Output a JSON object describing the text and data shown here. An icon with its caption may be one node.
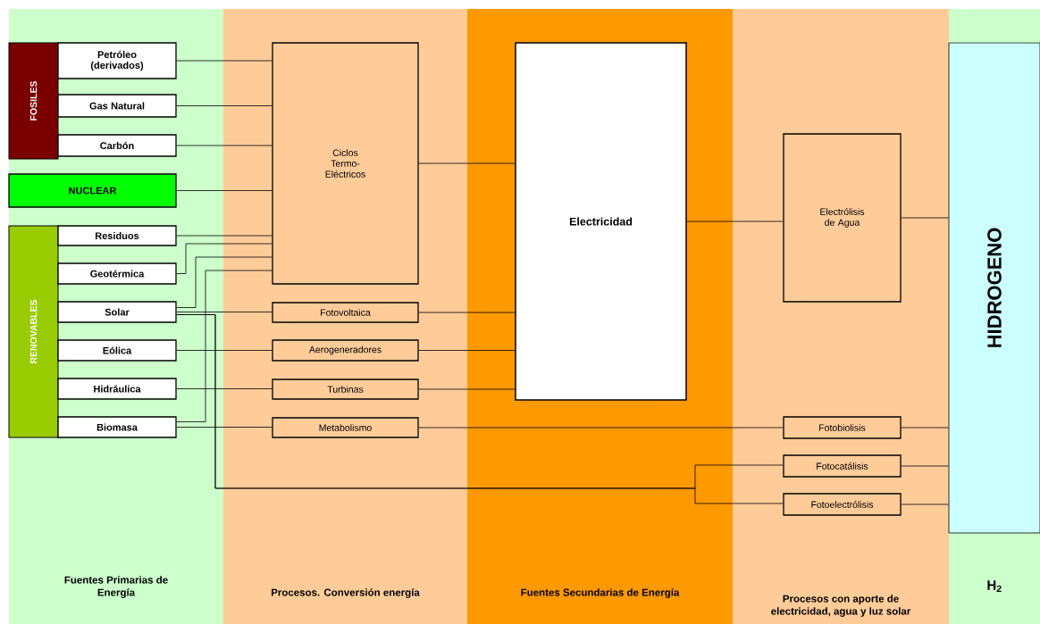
{
  "diagram": {
    "nodes": [
      {
        "text": [
          "Fuentes Primarias de Energía"
        ]
      },
      {
        "text": [
          "FOSILES"
        ],
        "in": 0
      },
      {
        "text": [
          "Petróleo (derivados)"
        ],
        "in": 0
      },
      {
        "text": [
          "Gas Natural"
        ],
        "in": 0
      },
      {
        "text": [
          "Carbón"
        ],
        "in": 0
      },
      {
        "text": [
          "NUCLEAR"
        ],
        "in": 0
      },
      {
        "text": [
          "RENOVABLES"
        ],
        "in": 0
      },
      {
        "text": [
          "Residuos"
        ],
        "in": 0
      },
      {
        "text": [
          "Geotérmica"
        ],
        "in": 0
      },
      {
        "text": [
          "Solar"
        ],
        "in": 0
      },
      {
        "text": [
          "Eólica"
        ],
        "in": 0
      },
      {
        "text": [
          "Hidráulica"
        ],
        "in": 0
      },
      {
        "text": [
          "Biomasa"
        ],
        "in": 0
      },
      {
        "text": [
          "Procesos. Conversión energía"
        ]
      },
      {
        "text": [
          "Ciclos Termo-Eléctricos"
        ],
        "in": 13
      },
      {
        "text": [
          "Fotovoltaica"
        ],
        "in": 13
      },
      {
        "text": [
          "Aerogeneradores"
        ],
        "in": 13
      },
      {
        "text": [
          "Turbinas"
        ],
        "in": 13
      },
      {
        "text": [
          "Metabolismo"
        ],
        "in": 13
      },
      {
        "text": [
          "Fuentes Secundarias de Energía"
        ]
      },
      {
        "text": [
          "Electricidad"
        ],
        "in": 19
      },
      {
        "text": [
          "Procesos con aporte de electricidad, agua y luz solar"
        ]
      },
      {
        "text": [
          "Electrólisis de Agua"
        ],
        "in": 21
      },
      {
        "text": [
          "Fotobiolisis"
        ],
        "in": 21
      },
      {
        "text": [
          "Fotocatálisis"
        ],
        "in": 21
      },
      {
        "text": [
          "Fotoelectrólisis"
        ],
        "in": 21
      },
      {
        "text": [
          "H$_{2}$"
        ]
      },
      {
        "text": [
          "HIDROGENO"
        ],
        "in": 26
      }
    ],
    "edges": [
      {
        "from": 2,
        "to": 14,
        "arrow": "none"
      },
      {
        "from": 3,
        "to": 14,
        "arrow": "none"
      },
      {
        "from": 4,
        "to": 14,
        "arrow": "none"
      },
      {
        "from": 5,
        "to": 14,
        "arrow": "none"
      },
      {
        "from": 7,
        "to": 14,
        "arrow": "none"
      },
      {
        "from": 8,
        "to": 14,
        "arrow": "none"
      },
      {
        "from": 9,
        "to": 14,
        "arrow": "none"
      },
      {
        "from": 12,
        "to": 14,
        "arrow": "none"
      },
      {
        "from": 9,
        "to": 15,
        "arrow": "none"
      },
      {
        "from": 10,
        "to": 16,
        "arrow": "none"
      },
      {
        "from": 11,
        "to": 17,
        "arrow": "none"
      },
      {
        "from": 12,
        "to": 18,
        "arrow": "none"
      },
      {
        "from": 14,
        "to": 20,
        "arrow": "none"
      },
      {
        "from": 15,
        "to": 20,
        "arrow": "none"
      },
      {
        "from": 16,
        "to": 20,
        "arrow": "none"
      },
      {
        "from": 17,
        "to": 20,
        "arrow": "none"
      },
      {
        "from": 20,
        "to": 22,
        "arrow": "none"
      },
      {
        "from": 22,
        "to": 27,
        "arrow": "none"
      },
      {
        "from": 18,
        "to": 23,
        "arrow": "none"
      },
      {
        "from": 23,
        "to": 27,
        "arrow": "none"
      },
      {
        "from": 24,
        "to": 27,
        "arrow": "none"
      },
      {
        "from": 25,
        "to": 27,
        "arrow": "none"
      },
      {
        "from": 9,
        "to": 24,
        "arrow": "none"
      },
      {
        "from": 9,
        "to": 25,
        "arrow": "none"
      }
    ]
  }
}
